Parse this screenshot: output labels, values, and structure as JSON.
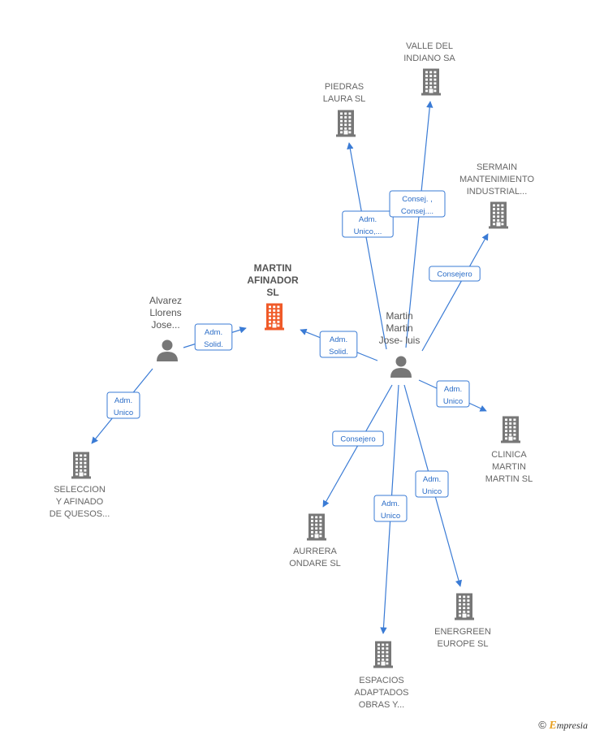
{
  "colors": {
    "edge": "#3a7bd5",
    "company_icon": "#777777",
    "main_icon": "#f05a28",
    "person_icon": "#777777"
  },
  "nodes": [
    {
      "id": "martin-afinador",
      "kind": "company",
      "main": true,
      "lines": [
        "MARTIN",
        "AFINADOR",
        "SL"
      ]
    },
    {
      "id": "alvarez",
      "kind": "person",
      "lines": [
        "Alvarez",
        "Llorens",
        "Jose..."
      ]
    },
    {
      "id": "martin-jose",
      "kind": "person",
      "lines": [
        "Martin",
        "Martin",
        "Jose- luis"
      ]
    },
    {
      "id": "seleccion",
      "kind": "company",
      "lines": [
        "SELECCION",
        "Y AFINADO",
        "DE QUESOS..."
      ]
    },
    {
      "id": "piedras",
      "kind": "company",
      "lines": [
        "PIEDRAS",
        "LAURA SL"
      ]
    },
    {
      "id": "valle",
      "kind": "company",
      "lines": [
        "VALLE DEL",
        "INDIANO SA"
      ]
    },
    {
      "id": "sermain",
      "kind": "company",
      "lines": [
        "SERMAIN",
        "MANTENIMIENTO",
        "INDUSTRIAL..."
      ]
    },
    {
      "id": "clinica",
      "kind": "company",
      "lines": [
        "CLINICA",
        "MARTIN",
        "MARTIN SL"
      ]
    },
    {
      "id": "aurrera",
      "kind": "company",
      "lines": [
        "AURRERA",
        "ONDARE   SL"
      ]
    },
    {
      "id": "espacios",
      "kind": "company",
      "lines": [
        "ESPACIOS",
        "ADAPTADOS",
        "OBRAS Y..."
      ]
    },
    {
      "id": "energreen",
      "kind": "company",
      "lines": [
        "ENERGREEN",
        "EUROPE  SL"
      ]
    }
  ],
  "edges": [
    {
      "from": "alvarez",
      "to": "martin-afinador",
      "label": [
        "Adm.",
        "Solid."
      ]
    },
    {
      "from": "alvarez",
      "to": "seleccion",
      "label": [
        "Adm.",
        "Unico"
      ]
    },
    {
      "from": "martin-jose",
      "to": "martin-afinador",
      "label": [
        "Adm.",
        "Solid."
      ]
    },
    {
      "from": "martin-jose",
      "to": "piedras",
      "label": [
        "Adm.",
        "Unico,..."
      ]
    },
    {
      "from": "martin-jose",
      "to": "valle",
      "label": [
        "Consej. ,",
        "Consej...."
      ]
    },
    {
      "from": "martin-jose",
      "to": "sermain",
      "label": [
        "Consejero"
      ]
    },
    {
      "from": "martin-jose",
      "to": "clinica",
      "label": [
        "Adm.",
        "Unico"
      ]
    },
    {
      "from": "martin-jose",
      "to": "aurrera",
      "label": [
        "Consejero"
      ]
    },
    {
      "from": "martin-jose",
      "to": "espacios",
      "label": [
        "Adm.",
        "Unico"
      ]
    },
    {
      "from": "martin-jose",
      "to": "energreen",
      "label": [
        "Adm.",
        "Unico"
      ]
    }
  ],
  "copyright": {
    "symbol": "©",
    "brand_initial": "E",
    "brand_rest": "mpresia"
  }
}
